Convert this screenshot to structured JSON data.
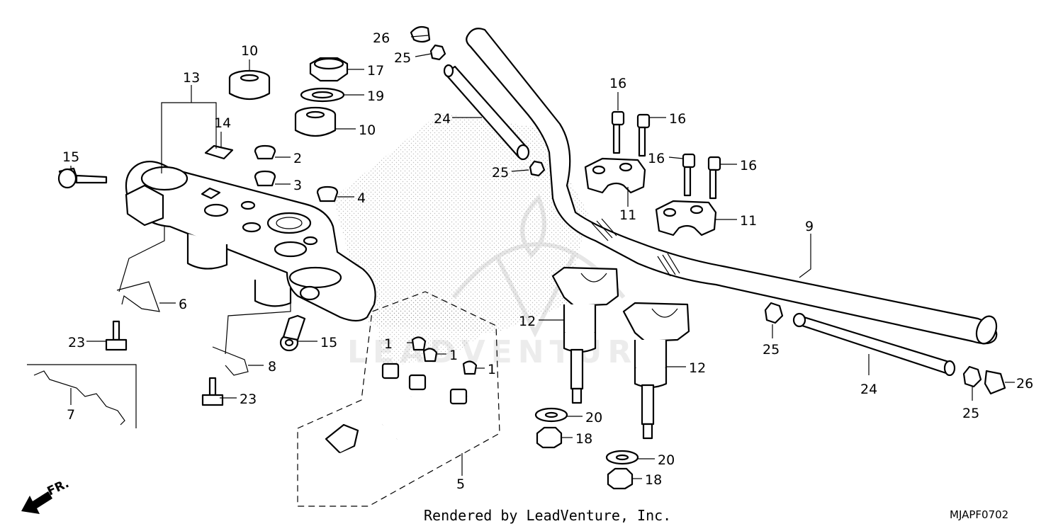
{
  "diagram": {
    "watermark_text": "LEADVENTURE",
    "credit": "Rendered by LeadVenture, Inc.",
    "code": "MJAPF0702",
    "front_label": "FR.",
    "callouts": [
      {
        "id": "1a",
        "label": "1"
      },
      {
        "id": "1b",
        "label": "1"
      },
      {
        "id": "1c",
        "label": "1"
      },
      {
        "id": "2",
        "label": "2"
      },
      {
        "id": "3",
        "label": "3"
      },
      {
        "id": "4",
        "label": "4"
      },
      {
        "id": "5",
        "label": "5"
      },
      {
        "id": "6",
        "label": "6"
      },
      {
        "id": "7",
        "label": "7"
      },
      {
        "id": "8",
        "label": "8"
      },
      {
        "id": "9",
        "label": "9"
      },
      {
        "id": "10a",
        "label": "10"
      },
      {
        "id": "10b",
        "label": "10"
      },
      {
        "id": "11a",
        "label": "11"
      },
      {
        "id": "11b",
        "label": "11"
      },
      {
        "id": "12a",
        "label": "12"
      },
      {
        "id": "12b",
        "label": "12"
      },
      {
        "id": "13",
        "label": "13"
      },
      {
        "id": "14",
        "label": "14"
      },
      {
        "id": "15a",
        "label": "15"
      },
      {
        "id": "15b",
        "label": "15"
      },
      {
        "id": "16a",
        "label": "16"
      },
      {
        "id": "16b",
        "label": "16"
      },
      {
        "id": "16c",
        "label": "16"
      },
      {
        "id": "16d",
        "label": "16"
      },
      {
        "id": "17",
        "label": "17"
      },
      {
        "id": "18a",
        "label": "18"
      },
      {
        "id": "18b",
        "label": "18"
      },
      {
        "id": "19",
        "label": "19"
      },
      {
        "id": "20a",
        "label": "20"
      },
      {
        "id": "20b",
        "label": "20"
      },
      {
        "id": "23a",
        "label": "23"
      },
      {
        "id": "23b",
        "label": "23"
      },
      {
        "id": "24a",
        "label": "24"
      },
      {
        "id": "24b",
        "label": "24"
      },
      {
        "id": "25a",
        "label": "25"
      },
      {
        "id": "25b",
        "label": "25"
      },
      {
        "id": "25c",
        "label": "25"
      },
      {
        "id": "25d",
        "label": "25"
      },
      {
        "id": "26a",
        "label": "26"
      },
      {
        "id": "26b",
        "label": "26"
      }
    ]
  }
}
